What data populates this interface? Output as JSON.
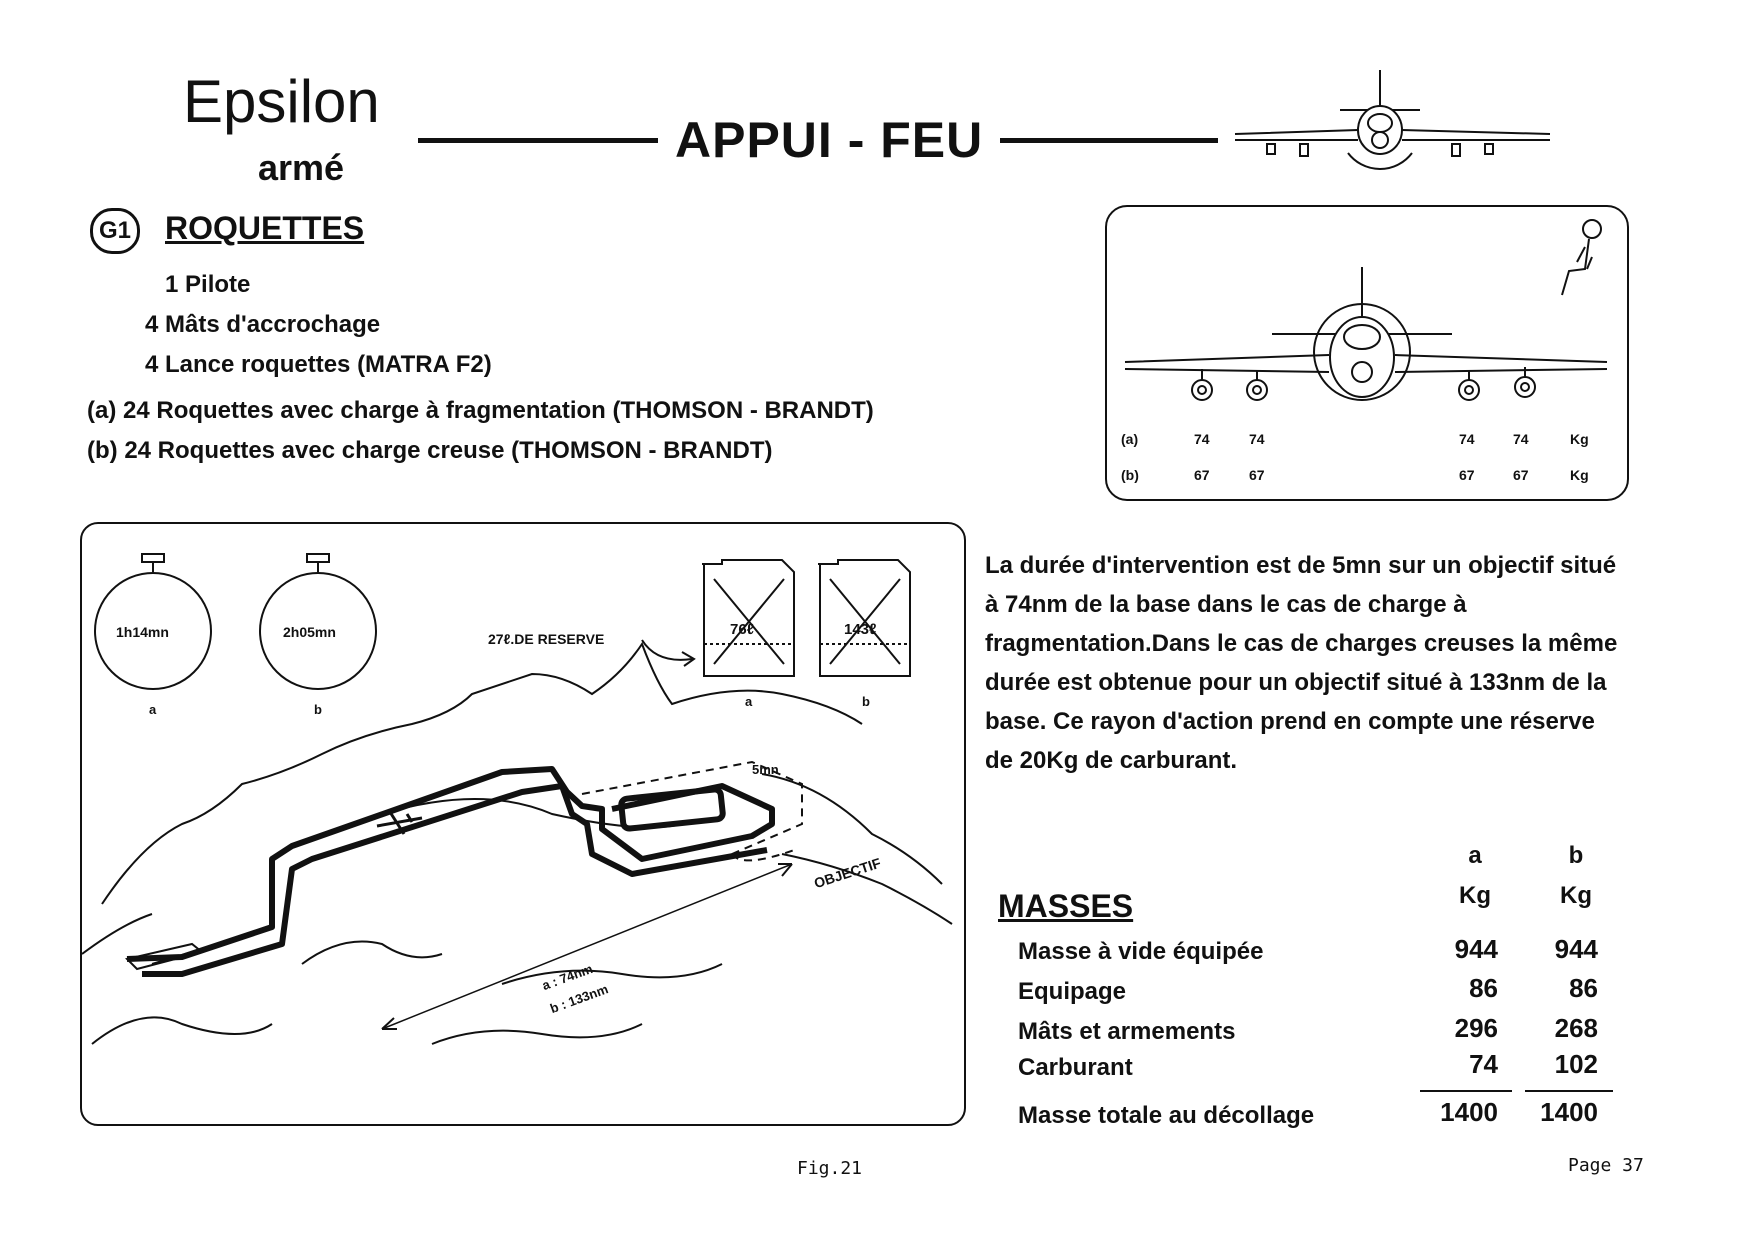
{
  "header": {
    "brand_title": "Epsilon",
    "brand_sub": "armé",
    "page_title": "APPUI - FEU"
  },
  "section": {
    "badge": "G1",
    "title": "ROQUETTES",
    "lines": [
      "1 Pilote",
      "4 Mâts d'accrochage",
      "4 Lance roquettes (MATRA F2)",
      "(a) 24 Roquettes avec charge à fragmentation (THOMSON - BRANDT)",
      "(b) 24 Roquettes avec charge creuse (THOMSON - BRANDT)"
    ]
  },
  "payload": {
    "rows": [
      {
        "label": "(a)",
        "values": [
          "74",
          "74",
          "74",
          "74"
        ],
        "unit": "Kg"
      },
      {
        "label": "(b)",
        "values": [
          "67",
          "67",
          "67",
          "67"
        ],
        "unit": "Kg"
      }
    ]
  },
  "mission": {
    "clocks": [
      {
        "time": "1h14mn",
        "label": "a"
      },
      {
        "time": "2h05mn",
        "label": "b"
      }
    ],
    "reserve_label": "27ℓ.DE RESERVE",
    "tanks": [
      {
        "volume": "76ℓ",
        "label": "a"
      },
      {
        "volume": "143ℓ",
        "label": "b"
      }
    ],
    "duration_label": "5mn",
    "objective_label": "OBJECTIF",
    "distance_a": "a : 74nm",
    "distance_b": "b : 133nm"
  },
  "description": "La durée d'intervention est de 5mn sur un objectif situé à 74nm de la base dans le cas de charge à fragmentation.Dans le cas de charges creuses la même durée est obtenue pour un objectif situé à 133nm de la base. Ce rayon d'action prend en compte une réserve de 20Kg de carburant.",
  "masses": {
    "title": "MASSES",
    "columns": [
      {
        "name": "a",
        "unit": "Kg"
      },
      {
        "name": "b",
        "unit": "Kg"
      }
    ],
    "rows": [
      {
        "label": "Masse à vide équipée",
        "a": "944",
        "b": "944"
      },
      {
        "label": "Equipage",
        "a": "86",
        "b": "86"
      },
      {
        "label": "Mâts et armements",
        "a": "296",
        "b": "268"
      },
      {
        "label": "Carburant",
        "a": "74",
        "b": "102"
      }
    ],
    "total": {
      "label": "Masse totale au décollage",
      "a": "1400",
      "b": "1400"
    }
  },
  "footer": {
    "figure": "Fig.21",
    "page": "Page 37"
  }
}
